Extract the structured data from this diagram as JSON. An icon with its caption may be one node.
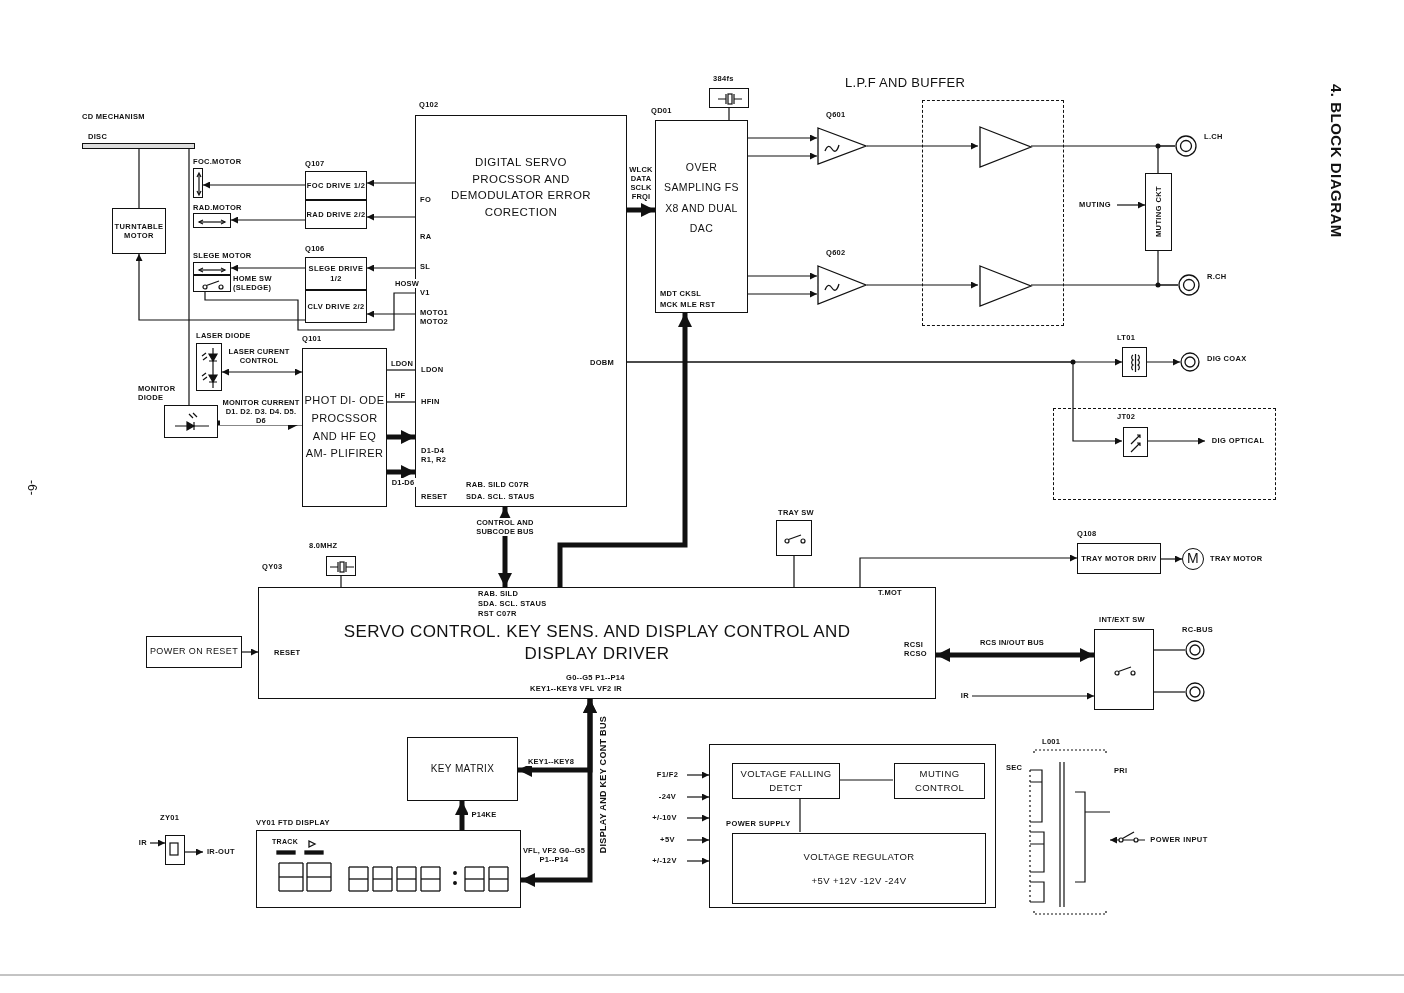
{
  "diagram": {
    "title": "4. BLOCK DIAGRAM",
    "nodes": [
      {
        "text": [],
        "shape": "bar",
        "beside": [
          "DISC"
        ]
      },
      {
        "text": [
          "TURNTABLE MOTOR"
        ]
      },
      {
        "text": [],
        "shape": "box",
        "beside": [
          "FOC.MOTOR"
        ]
      },
      {
        "text": [],
        "shape": "box",
        "beside": [
          "RAD.MOTOR"
        ]
      },
      {
        "text": [],
        "shape": "box",
        "beside": [
          "SLEGE MOTOR"
        ]
      },
      {
        "text": [],
        "shape": "box",
        "beside": [
          "HOME SW (SLEDGE)"
        ]
      },
      {
        "text": [
          "FOC DRIVE 1/2"
        ],
        "beside": [
          "Q107"
        ]
      },
      {
        "text": [
          "RAD DRIVE 2/2"
        ]
      },
      {
        "text": [
          "SLEGE DRIVE 1/2"
        ],
        "beside": [
          "Q106"
        ]
      },
      {
        "text": [
          "CLV DRIVE 2/2"
        ]
      },
      {
        "text": [],
        "shape": "box",
        "beside": [
          "LASER DIODE"
        ]
      },
      {
        "text": [],
        "shape": "box",
        "beside": [
          "MONITOR DIODE"
        ]
      },
      {
        "text": [
          "PHOT DI- ODE PROCSSOR AND HF EQ AM- PLIFIRER"
        ],
        "beside": [
          "Q101"
        ]
      },
      {
        "text": [
          "DIGITAL SERVO PROCSSOR AND DEMODULATOR ERROR CORECTION"
        ],
        "beside": [
          "Q102"
        ]
      },
      {
        "text": [],
        "shape": "box",
        "beside": [
          "384fs"
        ]
      },
      {
        "text": [
          "OVER SAMPLING FS X8 AND DUAL DAC"
        ],
        "beside": [
          "QD01"
        ]
      },
      {
        "text": [],
        "shape": "triangle",
        "beside": [
          "Q601"
        ]
      },
      {
        "text": [],
        "shape": "triangle",
        "beside": [
          "Q602"
        ]
      },
      {
        "text": [],
        "shape": "box"
      },
      {
        "text": [],
        "shape": "triangle",
        "in": 18
      },
      {
        "text": [],
        "shape": "triangle",
        "in": 18
      },
      {
        "text": [],
        "shape": "circle",
        "beside": [
          "L.CH"
        ]
      },
      {
        "text": [
          "MUTING"
        ]
      },
      {
        "text": [
          "MUTING CKT"
        ]
      },
      {
        "text": [],
        "shape": "circle",
        "beside": [
          "R.CH"
        ]
      },
      {
        "text": [],
        "shape": "box",
        "beside": [
          "LT01"
        ]
      },
      {
        "text": [],
        "shape": "circle",
        "beside": [
          "DIG COAX"
        ]
      },
      {
        "text": [],
        "shape": "box"
      },
      {
        "text": [],
        "shape": "box",
        "in": 27,
        "beside": [
          "JT02"
        ]
      },
      {
        "text": [
          "DIG OPTICAL"
        ],
        "in": 27
      },
      {
        "text": [],
        "shape": "box",
        "beside": [
          "8.0MHZ"
        ]
      },
      {
        "text": [],
        "shape": "box",
        "beside": [
          "TRAY SW"
        ]
      },
      {
        "text": [
          "SERVO CONTROL. KEY SENS. AND DISPLAY CONTROL AND DISPLAY DRIVER"
        ],
        "beside": [
          "QY03"
        ]
      },
      {
        "text": [
          "TRAY MOTOR DRIV"
        ],
        "beside": [
          "Q108"
        ]
      },
      {
        "text": [
          "M"
        ],
        "beside": [
          "TRAY MOTOR"
        ]
      },
      {
        "text": [
          "POWER ON RESET"
        ]
      },
      {
        "text": [],
        "shape": "box",
        "beside": [
          "INT/EXT SW"
        ]
      },
      {
        "text": [],
        "shape": "circle",
        "beside": [
          "RC-BUS"
        ]
      },
      {
        "text": [],
        "shape": "circle"
      },
      {
        "text": [
          "IR"
        ]
      },
      {
        "text": [
          "KEY MATRIX"
        ]
      },
      {
        "text": [],
        "shape": "box",
        "beside": [
          "VY01 FTD DISPLAY"
        ]
      },
      {
        "text": [],
        "shape": "box",
        "beside": [
          "ZY01"
        ]
      },
      {
        "text": [
          "IR"
        ]
      },
      {
        "text": [
          "IR-OUT"
        ]
      },
      {
        "text": [
          "POWER SUPPLY"
        ]
      },
      {
        "text": [
          "VOLTAGE FALLING DETCT"
        ],
        "in": 45
      },
      {
        "text": [
          "MUTING CONTROL"
        ],
        "in": 45
      },
      {
        "text": [
          "VOLTAGE REGULATOR",
          "+5V +12V -12V -24V"
        ],
        "in": 45
      },
      {
        "text": [
          "F1/F2"
        ]
      },
      {
        "text": [
          "-24V"
        ]
      },
      {
        "text": [
          "+/-10V"
        ]
      },
      {
        "text": [
          "+5V"
        ]
      },
      {
        "text": [
          "+/-12V"
        ]
      },
      {
        "text": [],
        "shape": "picture",
        "beside": [
          "L001",
          "SEC",
          "PRI"
        ]
      },
      {
        "text": [
          "POWER INPUT"
        ]
      }
    ],
    "edges": [
      {
        "from": 13,
        "to": 6,
        "arrow": "to"
      },
      {
        "from": 13,
        "to": 7,
        "arrow": "to"
      },
      {
        "from": 13,
        "to": 8,
        "arrow": "to"
      },
      {
        "from": 13,
        "to": 9,
        "arrow": "to"
      },
      {
        "from": 6,
        "to": 2,
        "arrow": "to"
      },
      {
        "from": 7,
        "to": 3,
        "arrow": "to"
      },
      {
        "from": 8,
        "to": 4,
        "arrow": "to"
      },
      {
        "from": 9,
        "to": 1,
        "arrow": "to"
      },
      {
        "from": 5,
        "to": 13,
        "arrow": "none",
        "label": "HOSW"
      },
      {
        "from": 12,
        "to": 10,
        "arrow": "both",
        "label": "LASER CURENT CONTROL"
      },
      {
        "from": 11,
        "to": 12,
        "arrow": "to",
        "style": "thick",
        "label": "MONITOR CURRENT D1. D2. D3. D4. D5. D6"
      },
      {
        "from": 13,
        "to": 12,
        "arrow": "none",
        "label": "LDON"
      },
      {
        "from": 12,
        "to": 13,
        "arrow": "none",
        "label": "HF"
      },
      {
        "from": 12,
        "to": 13,
        "arrow": "to",
        "style": "thick"
      },
      {
        "from": 12,
        "to": 13,
        "arrow": "to",
        "style": "thick",
        "label": "D1-D6"
      },
      {
        "from": 13,
        "to": 15,
        "arrow": "to",
        "style": "thick",
        "label": "WLCK DATA SCLK FRQI"
      },
      {
        "from": 14,
        "to": 15,
        "arrow": "none"
      },
      {
        "from": 15,
        "to": 16,
        "arrow": "to"
      },
      {
        "from": 15,
        "to": 16,
        "arrow": "to"
      },
      {
        "from": 15,
        "to": 17,
        "arrow": "to"
      },
      {
        "from": 15,
        "to": 17,
        "arrow": "to"
      },
      {
        "from": 16,
        "to": 19,
        "arrow": "to"
      },
      {
        "from": 17,
        "to": 20,
        "arrow": "to"
      },
      {
        "from": 19,
        "to": 21,
        "arrow": "none"
      },
      {
        "from": 20,
        "to": 24,
        "arrow": "none"
      },
      {
        "from": 23,
        "to": 21,
        "arrow": "none"
      },
      {
        "from": 23,
        "to": 24,
        "arrow": "none"
      },
      {
        "from": 22,
        "to": 23,
        "arrow": "to"
      },
      {
        "from": 13,
        "to": 25,
        "arrow": "to"
      },
      {
        "from": 13,
        "to": 28,
        "arrow": "to"
      },
      {
        "from": 25,
        "to": 26,
        "arrow": "to"
      },
      {
        "from": 28,
        "to": 29,
        "arrow": "to"
      },
      {
        "from": 13,
        "to": 32,
        "arrow": "both",
        "style": "thick",
        "label": "CONTROL AND SUBCODE BUS"
      },
      {
        "from": 32,
        "to": 15,
        "arrow": "to",
        "style": "thick"
      },
      {
        "from": 30,
        "to": 32,
        "arrow": "none"
      },
      {
        "from": 31,
        "to": 32,
        "arrow": "none"
      },
      {
        "from": 32,
        "to": 33,
        "arrow": "to"
      },
      {
        "from": 33,
        "to": 34,
        "arrow": "to"
      },
      {
        "from": 35,
        "to": 32,
        "arrow": "to"
      },
      {
        "from": 32,
        "to": 36,
        "arrow": "both",
        "style": "thick",
        "label": "RCS IN/OUT BUS"
      },
      {
        "from": 39,
        "to": 36,
        "arrow": "to"
      },
      {
        "from": 36,
        "to": 37,
        "arrow": "none"
      },
      {
        "from": 36,
        "to": 38,
        "arrow": "none"
      },
      {
        "from": 32,
        "to": 40,
        "arrow": "both",
        "style": "thick",
        "label": "KEY1--KEY8"
      },
      {
        "from": 32,
        "to": 41,
        "arrow": "both",
        "style": "thick",
        "label": "VFL, VF2 G0--G5 P1--P14"
      },
      {
        "from": 41,
        "to": 40,
        "arrow": "to",
        "style": "thick",
        "label": "P14KE"
      },
      {
        "from": 43,
        "to": 42,
        "arrow": "to"
      },
      {
        "from": 42,
        "to": 44,
        "arrow": "to"
      },
      {
        "from": 46,
        "to": 47,
        "arrow": "none"
      },
      {
        "from": 46,
        "to": 48,
        "arrow": "none"
      },
      {
        "from": 49,
        "to": 45,
        "arrow": "to"
      },
      {
        "from": 50,
        "to": 45,
        "arrow": "to"
      },
      {
        "from": 51,
        "to": 45,
        "arrow": "to"
      },
      {
        "from": 52,
        "to": 45,
        "arrow": "to"
      },
      {
        "from": 53,
        "to": 45,
        "arrow": "to"
      },
      {
        "from": 55,
        "to": 54,
        "arrow": "to"
      },
      {
        "from": 0,
        "to": 1,
        "arrow": "none"
      },
      {
        "from": 0,
        "to": 11,
        "arrow": "none"
      }
    ],
    "labels": [
      "CD MECHANISM",
      "L.P.F AND BUFFER",
      "FO",
      "RA",
      "SL",
      "V1",
      "MOTO1 MOTO2",
      "LDON",
      "HFIN",
      "D1-D4 R1, R2",
      "RESET",
      "RAB. SILD C07R",
      "SDA. SCL. STAUS",
      "DOBM",
      "MDT CKSL",
      "MCK MLE RST",
      "RAB. SILD",
      "SDA. SCL. STAUS",
      "RST C07R",
      "RESET",
      "T.MOT",
      "RCSI RCSO",
      "G0--G5 P1--P14",
      "KEY1--KEY8 VFL VF2 IR",
      "DISPLAY AND KEY CONT BUS",
      "TRACK",
      "-6-"
    ]
  }
}
